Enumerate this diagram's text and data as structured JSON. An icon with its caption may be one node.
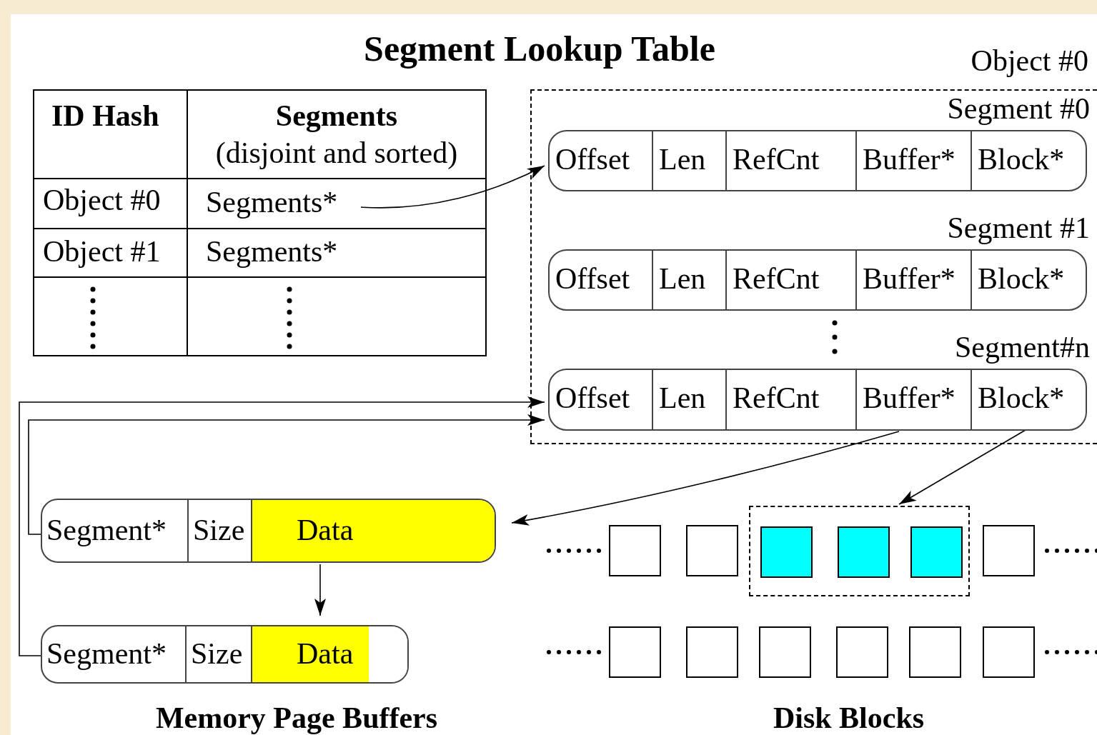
{
  "diagram": {
    "title": "Segment Lookup Table",
    "nodes": [
      {
        "text": [
          "Segments*"
        ]
      },
      {
        "text": [
          "Object #0"
        ]
      },
      {
        "text": [
          "Segment #0",
          "Offset",
          "Len",
          "RefCnt",
          "Buffer*",
          "Block*"
        ],
        "in": 1
      },
      {
        "text": [
          "Segment #1",
          "Offset",
          "Len",
          "RefCnt",
          "Buffer*",
          "Block*"
        ],
        "in": 1
      },
      {
        "text": [
          "Segment#n",
          "Offset",
          "Len",
          "RefCnt",
          "Buffer*",
          "Block*"
        ],
        "in": 1
      },
      {
        "text": [
          "Segment*",
          "Size",
          "Data"
        ]
      },
      {
        "text": [
          "Segment*",
          "Size",
          "Data"
        ]
      },
      {
        "text": [],
        "shape": "box"
      },
      {
        "text": [],
        "shape": "box"
      },
      {
        "text": [],
        "shape": "box"
      },
      {
        "text": [],
        "shape": "box",
        "in": 9
      },
      {
        "text": [],
        "shape": "box",
        "in": 9
      },
      {
        "text": [],
        "shape": "box",
        "in": 9
      },
      {
        "text": [],
        "shape": "box"
      },
      {
        "text": [],
        "shape": "box"
      },
      {
        "text": [],
        "shape": "box"
      },
      {
        "text": [],
        "shape": "box"
      },
      {
        "text": [],
        "shape": "box"
      },
      {
        "text": [],
        "shape": "box"
      },
      {
        "text": [],
        "shape": "box"
      }
    ],
    "edges": [
      {
        "from": 0,
        "to": 2,
        "arrow": "to"
      },
      {
        "from": 6,
        "to": 4,
        "arrow": "to"
      },
      {
        "from": 5,
        "to": 4,
        "arrow": "to"
      },
      {
        "from": 4,
        "to": 5,
        "arrow": "to"
      },
      {
        "from": 4,
        "to": 9,
        "arrow": "to"
      },
      {
        "from": 5,
        "to": 6,
        "arrow": "to"
      }
    ],
    "labels": [
      "ID Hash",
      "Segments",
      "(disjoint and sorted)",
      "Object #0",
      "Object #1",
      "Segments*",
      "Memory Page Buffers",
      "Disk Blocks"
    ]
  }
}
